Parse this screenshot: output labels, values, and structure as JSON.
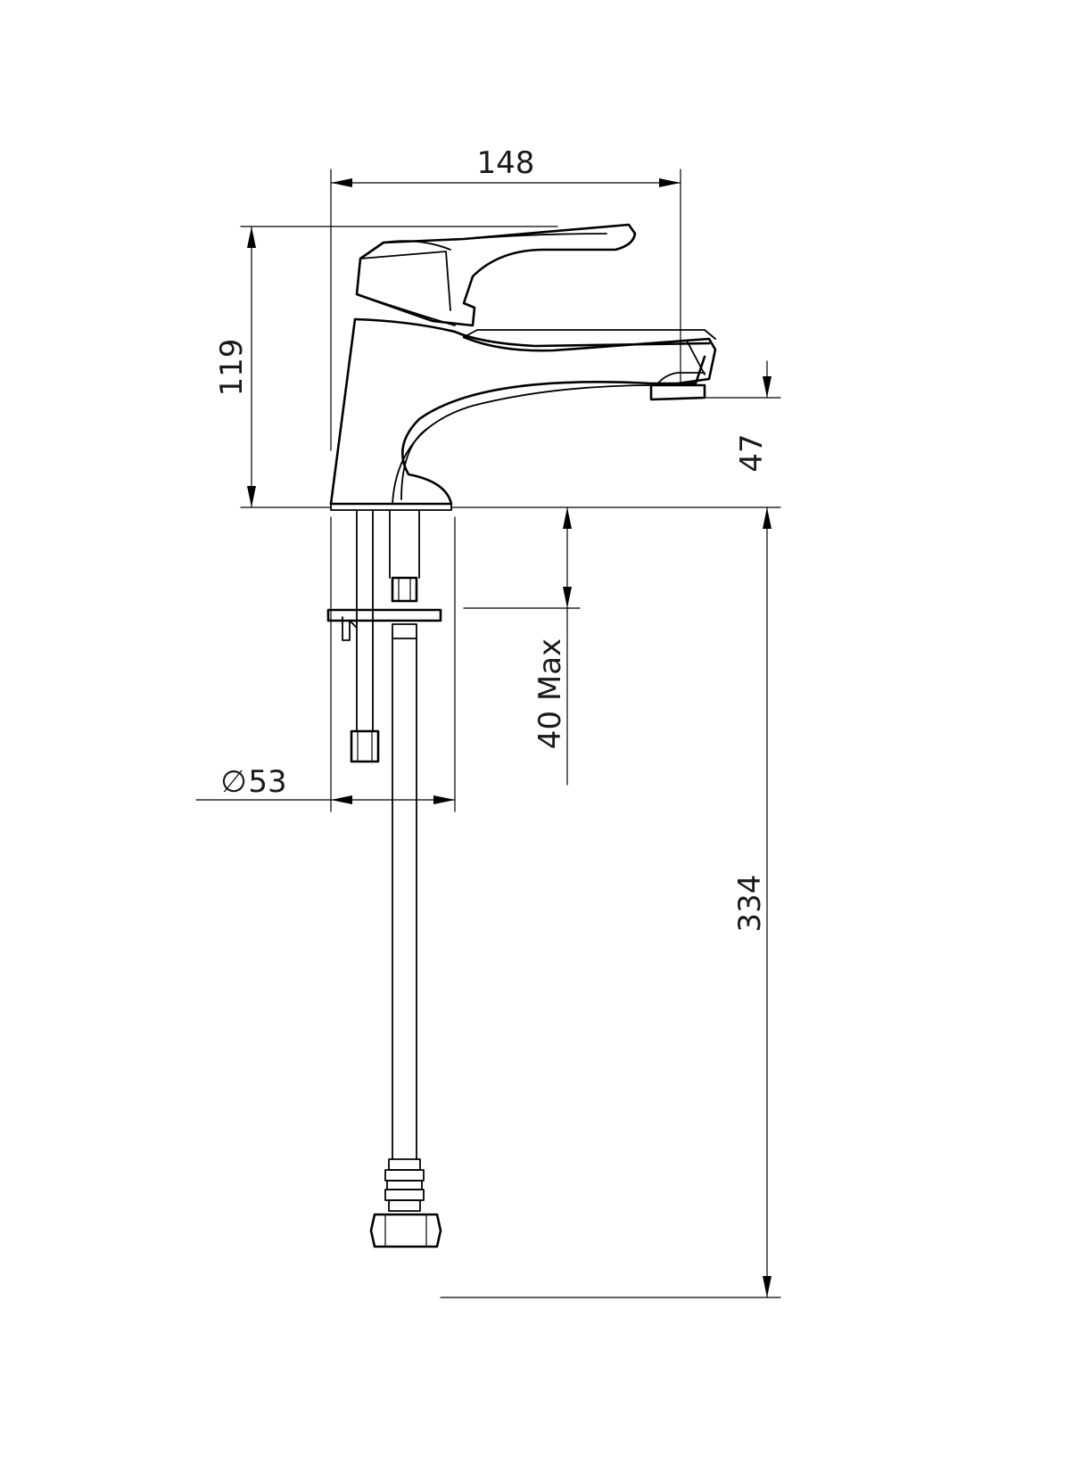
{
  "dimensions": {
    "width_total": "148",
    "height_body": "119",
    "spout_height": "47",
    "deck_thickness": "40 Max",
    "base_diameter": "53",
    "hose_length": "334"
  },
  "symbols": {
    "diameter": "∅"
  },
  "colors": {
    "ink": "#000000",
    "background": "#ffffff"
  }
}
